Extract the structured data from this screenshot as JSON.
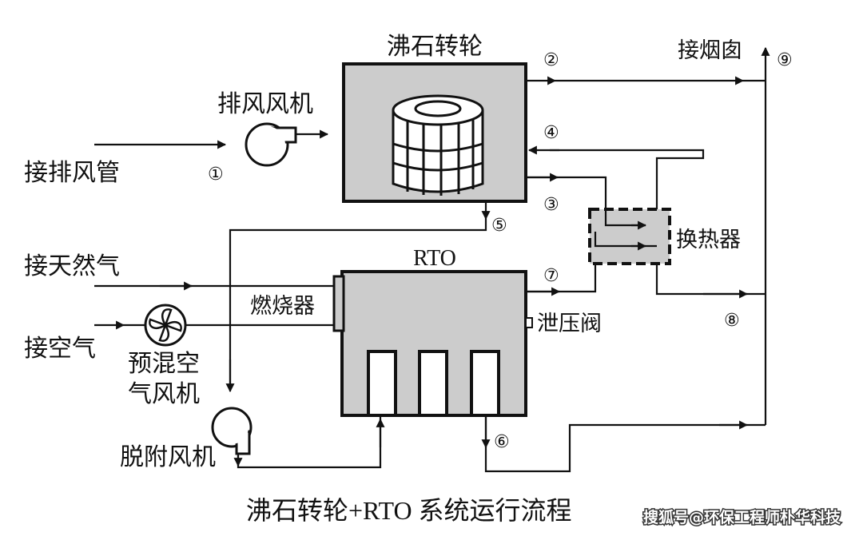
{
  "labels": {
    "zeolite_wheel": "沸石转轮",
    "exhaust_fan": "排风风机",
    "exhaust_duct": "接排风管",
    "chimney": "接烟囱",
    "heat_exchanger": "换热器",
    "rto": "RTO",
    "natural_gas": "接天然气",
    "burner": "燃烧器",
    "air_inlet": "接空气",
    "premix_fan": [
      "预混空",
      "气风机"
    ],
    "relief_valve": "泄压阀",
    "desorption_fan": "脱附风机",
    "caption": "沸石转轮+RTO 系统运行流程",
    "watermark": "搜狐号@环保工程师朴华科技"
  },
  "markers": [
    "①",
    "②",
    "③",
    "④",
    "⑤",
    "⑥",
    "⑦",
    "⑧",
    "⑨"
  ],
  "colors": {
    "equipment_fill": "#cccccc",
    "line": "#111111",
    "background": "#ffffff"
  }
}
